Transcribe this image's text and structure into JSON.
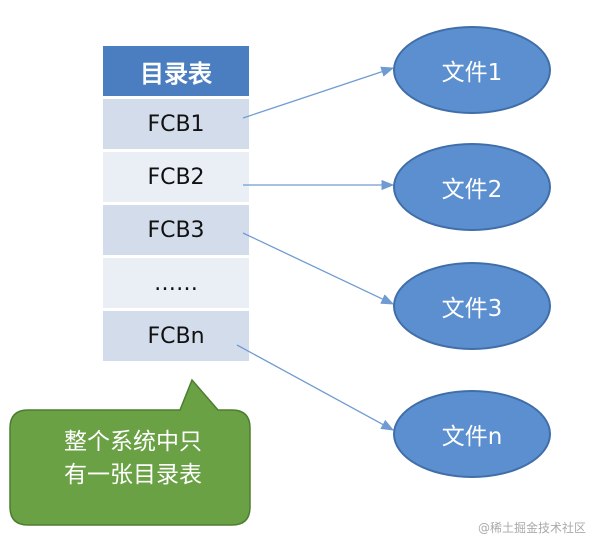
{
  "table": {
    "header": "目录表",
    "rows": [
      "FCB1",
      "FCB2",
      "FCB3",
      "……",
      "FCBn"
    ]
  },
  "files": [
    "文件1",
    "文件2",
    "文件3",
    "文件n"
  ],
  "note": {
    "line1": "整个系统中只",
    "line2": "有一张目录表"
  },
  "watermark": "@稀土掘金技术社区",
  "colors": {
    "header": "#4a7ec0",
    "row_dark": "#d3dcea",
    "row_light": "#eaeef5",
    "ellipse_fill": "#5b8fd0",
    "arrow": "#6f9bd2",
    "callout_fill": "#6aa145"
  }
}
